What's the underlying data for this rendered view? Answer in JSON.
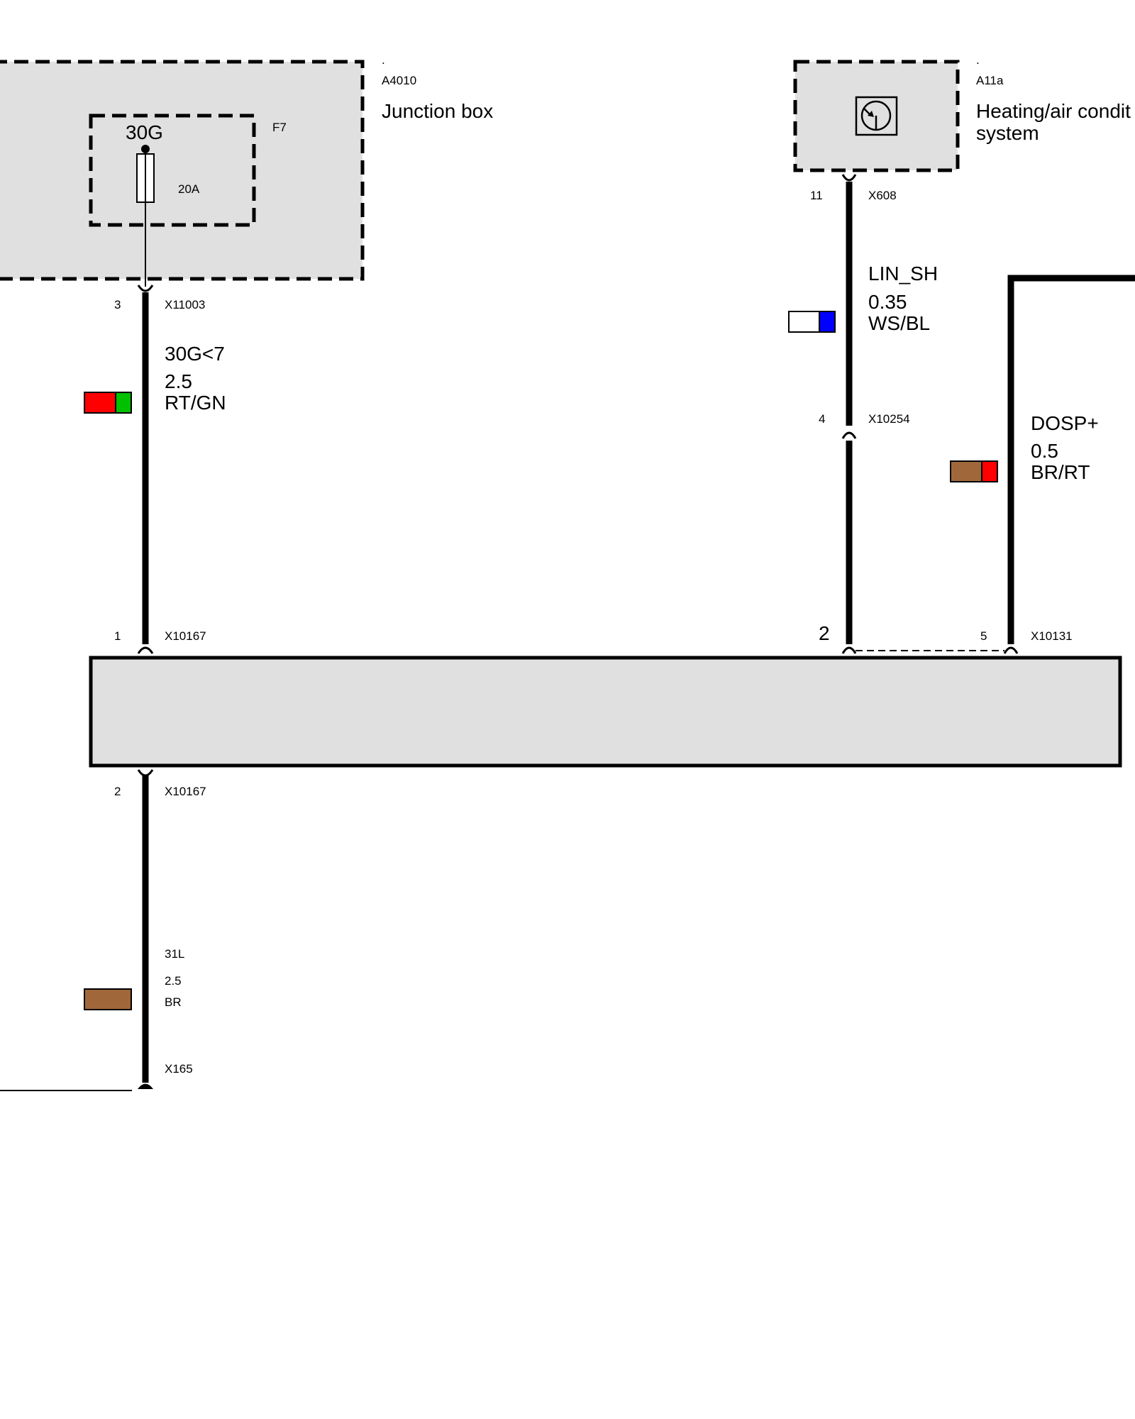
{
  "components": {
    "junction_box": {
      "dot": ".",
      "id": "A4010",
      "name": "Junction box"
    },
    "fuse": {
      "terminal": "30G",
      "id": "F7",
      "rating": "20A"
    },
    "hvac": {
      "dot": ".",
      "id": "A11a",
      "name_line1": "Heating/air condit",
      "name_line2": "system"
    }
  },
  "connectors": {
    "x11003": {
      "pin": "3",
      "id": "X11003"
    },
    "x10167_top": {
      "pin": "1",
      "id": "X10167"
    },
    "x10167_bottom": {
      "pin": "2",
      "id": "X10167"
    },
    "x608": {
      "pin": "11",
      "id": "X608"
    },
    "x10254": {
      "pin": "4",
      "id": "X10254"
    },
    "x10131_a": {
      "pin": "2"
    },
    "x10131_b": {
      "pin": "5",
      "id": "X10131"
    },
    "x165": {
      "id": "X165"
    }
  },
  "wires": {
    "w30g": {
      "signal": "30G<7",
      "gauge": "2.5",
      "color_code": "RT/GN",
      "colors": [
        "#ff0000",
        "#00c000"
      ]
    },
    "lin": {
      "signal": "LIN_SH",
      "gauge": "0.35",
      "color_code": "WS/BL",
      "colors": [
        "#ffffff",
        "#0000ff"
      ]
    },
    "dosp": {
      "signal": "DOSP+",
      "gauge": "0.5",
      "color_code": "BR/RT",
      "colors": [
        "#a0683a",
        "#ff0000"
      ]
    },
    "w31l": {
      "signal": "31L",
      "gauge": "2.5",
      "color_code": "BR",
      "colors": [
        "#a0683a"
      ]
    }
  }
}
